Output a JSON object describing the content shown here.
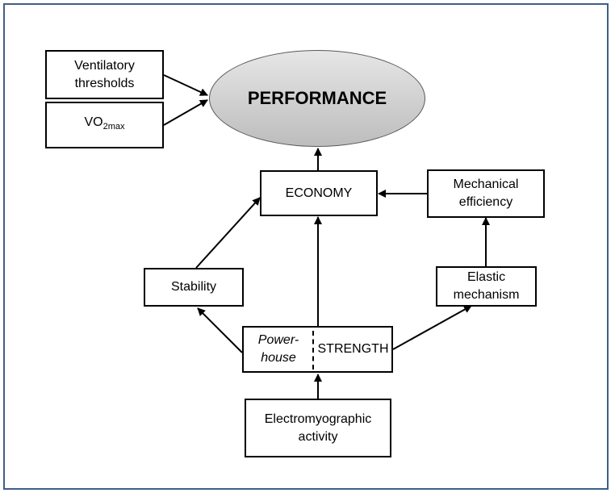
{
  "nodes": {
    "performance": "PERFORMANCE",
    "ventilatory_thresholds": "Ventilatory thresholds",
    "vo2max_main": "VO",
    "vo2max_sub": "2max",
    "economy": "ECONOMY",
    "mechanical_efficiency": "Mechanical efficiency",
    "stability": "Stability",
    "elastic_mechanism": "Elastic mechanism",
    "powerhouse": "Power-house",
    "strength": "STRENGTH",
    "electromyographic_activity": "Electromyographic activity"
  },
  "colors": {
    "frame_border": "#3f5f86",
    "ellipse_fill": "#d0d0d0",
    "line": "#000000"
  }
}
